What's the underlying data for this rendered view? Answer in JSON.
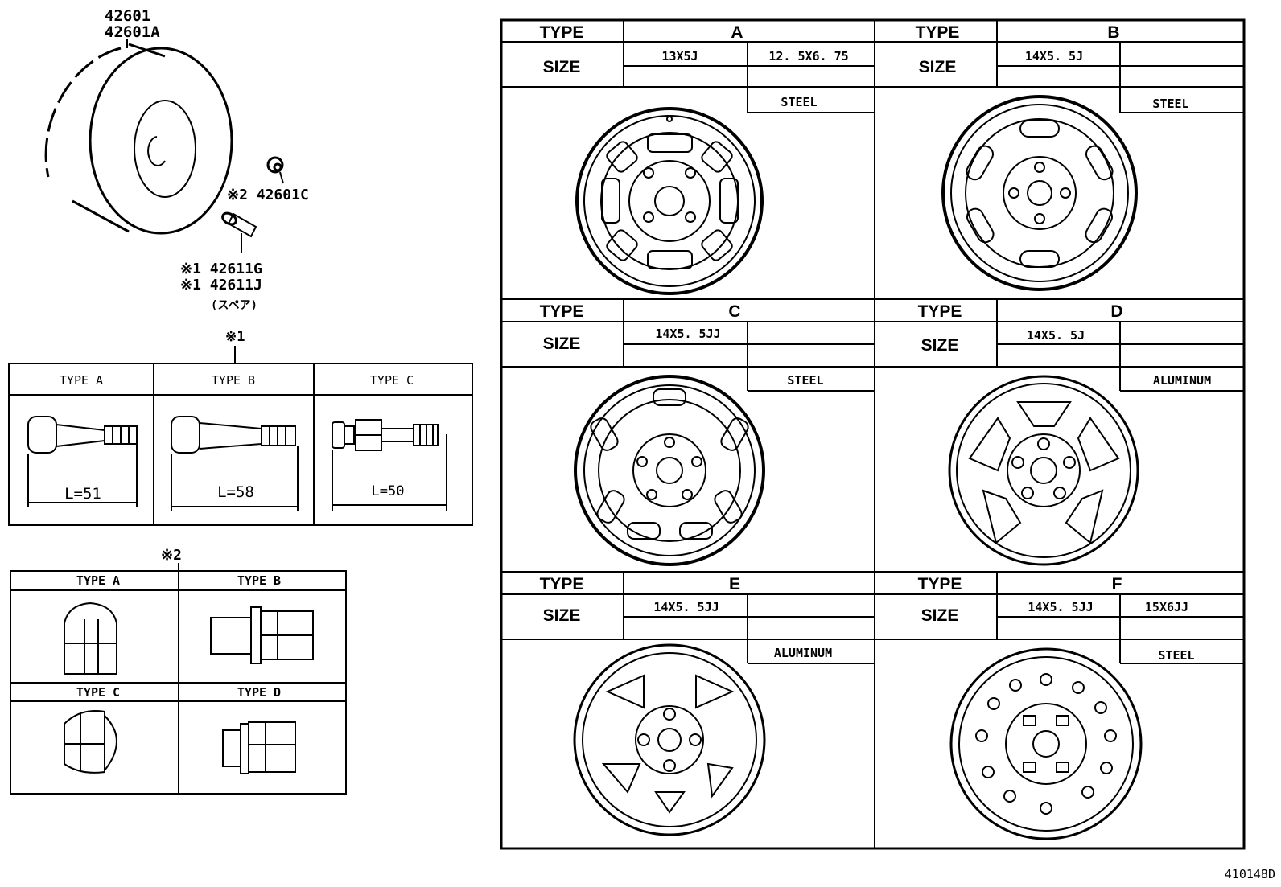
{
  "parts": {
    "wheel_1": "42601",
    "wheel_2": "42601A",
    "nut": "※2 42601C",
    "valve_1": "※1 42611G",
    "valve_2": "※1 42611J",
    "valve_note": "(スペア)"
  },
  "valve_table": {
    "mark": "※1",
    "types": [
      {
        "label": "TYPE A",
        "length": "L=51"
      },
      {
        "label": "TYPE B",
        "length": "L=58"
      },
      {
        "label": "TYPE C",
        "length": "L=50"
      }
    ]
  },
  "nut_table": {
    "mark": "※2",
    "types": [
      {
        "label": "TYPE A"
      },
      {
        "label": "TYPE B"
      },
      {
        "label": "TYPE C"
      },
      {
        "label": "TYPE D"
      }
    ]
  },
  "wheel_grid": {
    "type_label": "TYPE",
    "size_label": "SIZE",
    "cells": [
      {
        "type": "A",
        "size1": "13X5J",
        "size2": "12. 5X6. 75",
        "material": "STEEL"
      },
      {
        "type": "B",
        "size1": "14X5. 5J",
        "size2": "",
        "material": "STEEL"
      },
      {
        "type": "C",
        "size1": "14X5. 5JJ",
        "size2": "",
        "material": "STEEL"
      },
      {
        "type": "D",
        "size1": "14X5. 5J",
        "size2": "",
        "material": "ALUMINUM"
      },
      {
        "type": "E",
        "size1": "14X5. 5JJ",
        "size2": "",
        "material": "ALUMINUM"
      },
      {
        "type": "F",
        "size1": "14X5. 5JJ",
        "size2": "15X6JJ",
        "material": "STEEL"
      }
    ]
  },
  "drawing_id": "410148D"
}
